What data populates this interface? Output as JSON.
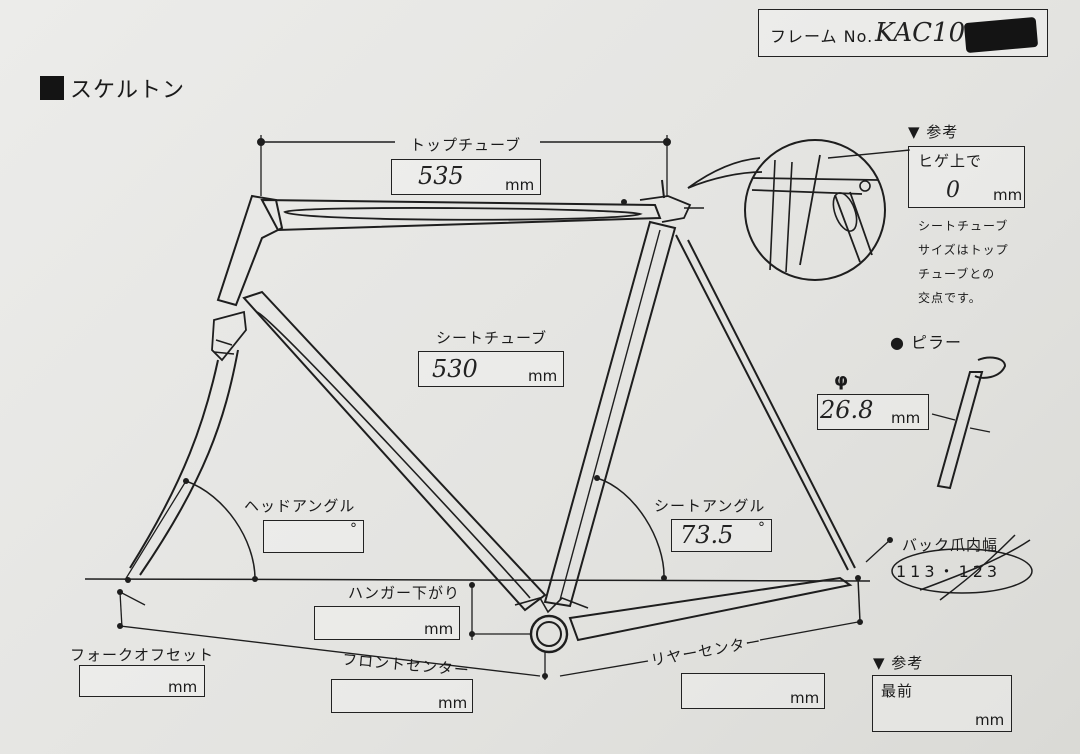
{
  "header": {
    "frame_no_label": "フレーム No.",
    "frame_no_value": "KAC10",
    "section_title": "スケルトン"
  },
  "top_tube": {
    "label": "トップチューブ",
    "value": "535",
    "unit": "mm"
  },
  "seat_tube": {
    "label": "シートチューブ",
    "value": "530",
    "unit": "mm"
  },
  "head_angle": {
    "label": "ヘッドアングル",
    "value": "",
    "unit": "°"
  },
  "seat_angle": {
    "label": "シートアングル",
    "value": "73.5",
    "unit": "°"
  },
  "bb_drop": {
    "label": "ハンガー下がり",
    "value": "",
    "unit": "mm"
  },
  "fork_offset": {
    "label": "フォークオフセット",
    "value": "",
    "unit": "mm"
  },
  "front_center": {
    "label": "フロントセンター",
    "value": "",
    "unit": "mm"
  },
  "rear_center": {
    "label": "リヤーセンター",
    "value": "",
    "unit": "mm"
  },
  "reference_top": {
    "label": "▼ 参考",
    "sub_label": "ヒゲ上で",
    "value": "0",
    "unit": "mm",
    "note": "シートチューブ\nサイズはトップ\nチューブとの\n交点です。"
  },
  "pillar": {
    "label": "● ピラー",
    "phi": "φ",
    "value": "26.8",
    "unit": "mm"
  },
  "back_width": {
    "label": "バック爪内幅",
    "option_a": "113",
    "separator": "・",
    "option_b": "123"
  },
  "reference_bottom": {
    "label": "▼ 参考",
    "sub_label": "最前",
    "unit": "mm"
  }
}
